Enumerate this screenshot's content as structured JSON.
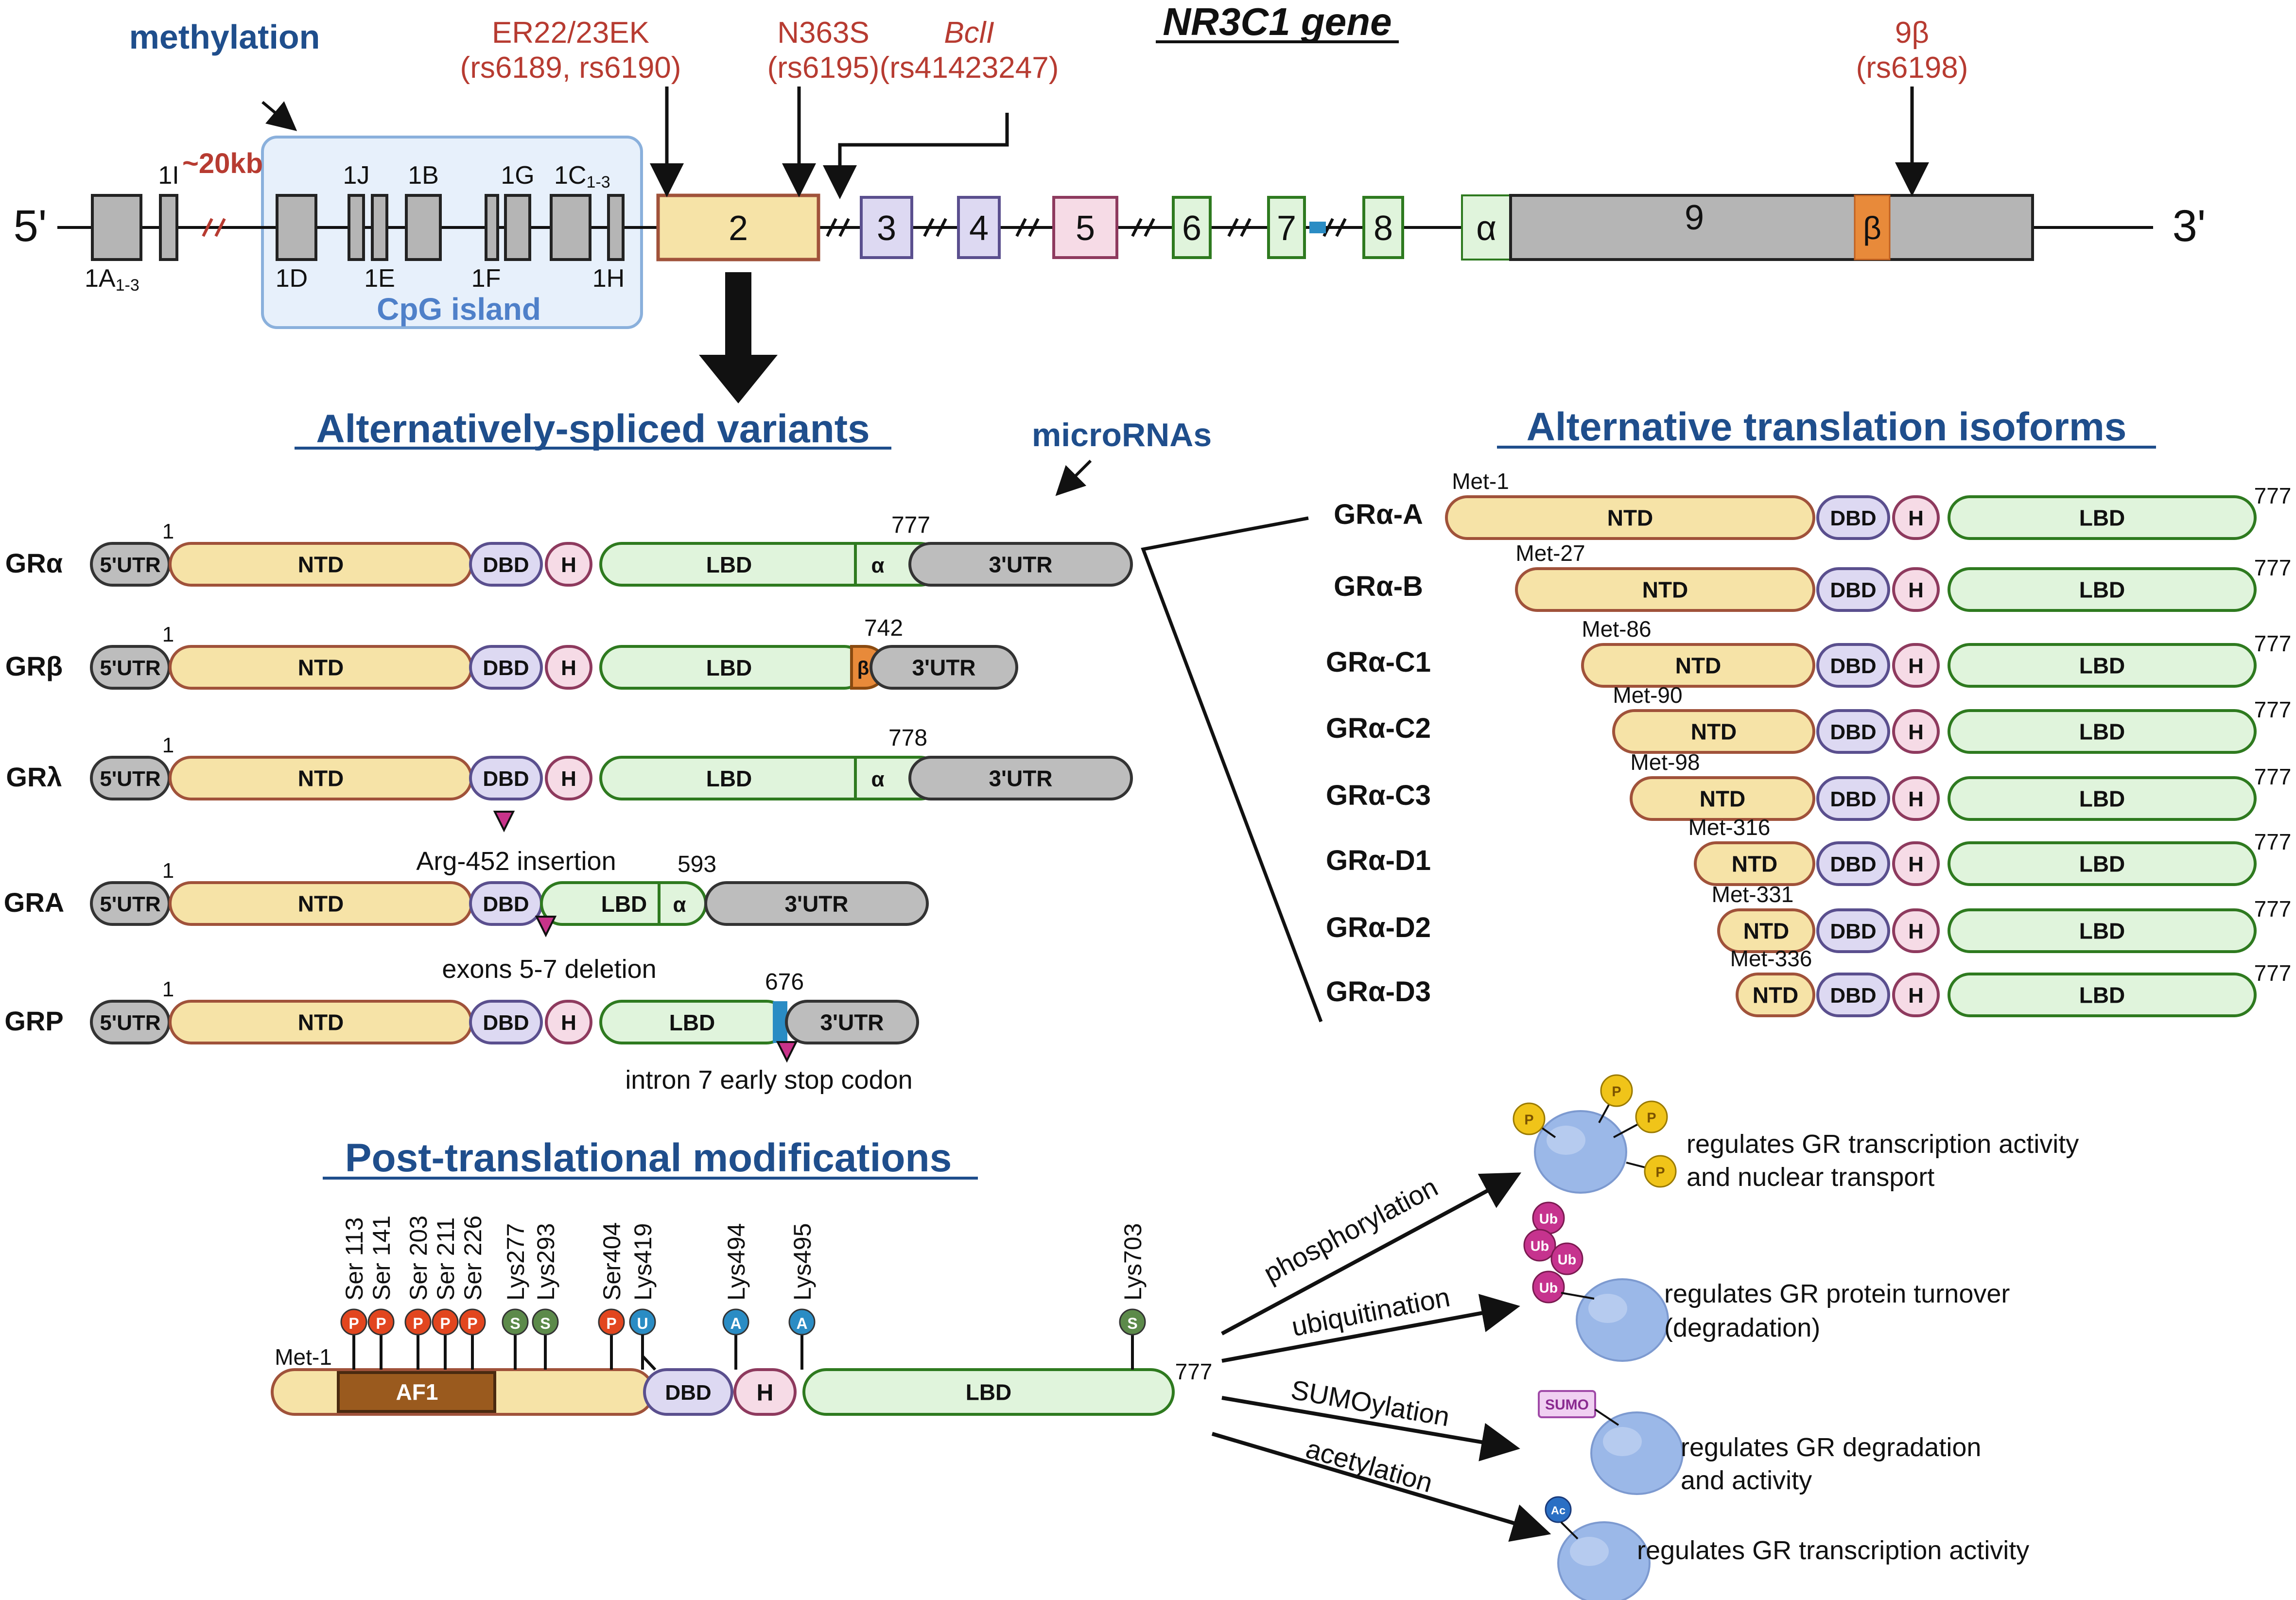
{
  "gene": {
    "title": "NR3C1 gene",
    "five_prime": "5'",
    "three_prime": "3'",
    "methylation": "methylation",
    "cpg_island": "CpG island",
    "distance": "~20kb",
    "exon1_labels": [
      "1A",
      "1I",
      "1D",
      "1J",
      "1E",
      "1B",
      "1F",
      "1G",
      "1C",
      "1H"
    ],
    "subscript_13": "1-3",
    "exons": [
      "2",
      "3",
      "4",
      "5",
      "6",
      "7",
      "8",
      "α",
      "9",
      "β"
    ],
    "snps": [
      {
        "name": "ER22/23EK",
        "id": "(rs6189, rs6190)",
        "italic": false
      },
      {
        "name": "N363S",
        "id": "(rs6195)",
        "italic": false
      },
      {
        "name": "BclI",
        "id": "(rs41423247)",
        "italic": true
      },
      {
        "name": "9β",
        "id": "(rs6198)",
        "italic": false
      }
    ]
  },
  "spliced": {
    "heading": "Alternatively-spliced variants",
    "microrna": "microRNAs",
    "domains": {
      "utr5": "5'UTR",
      "ntd": "NTD",
      "dbd": "DBD",
      "h": "H",
      "lbd": "LBD",
      "alpha": "α",
      "beta": "β",
      "utr3": "3'UTR"
    },
    "start": "1",
    "variants": [
      {
        "name": "GRα",
        "end": "777"
      },
      {
        "name": "GRβ",
        "end": "742"
      },
      {
        "name": "GRλ",
        "end": "778",
        "note": "Arg-452 insertion"
      },
      {
        "name": "GRA",
        "end": "593",
        "note": "exons 5-7 deletion"
      },
      {
        "name": "GRP",
        "end": "676",
        "note": "intron 7 early stop codon"
      }
    ]
  },
  "translation": {
    "heading": "Alternative translation  isoforms",
    "end": "777",
    "isoforms": [
      {
        "name": "GRα-A",
        "met": "Met-1"
      },
      {
        "name": "GRα-B",
        "met": "Met-27"
      },
      {
        "name": "GRα-C1",
        "met": "Met-86"
      },
      {
        "name": "GRα-C2",
        "met": "Met-90"
      },
      {
        "name": "GRα-C3",
        "met": "Met-98"
      },
      {
        "name": "GRα-D1",
        "met": "Met-316"
      },
      {
        "name": "GRα-D2",
        "met": "Met-331"
      },
      {
        "name": "GRα-D3",
        "met": "Met-336"
      }
    ]
  },
  "ptm": {
    "heading": "Post-translational modifications",
    "start": "Met-1",
    "end": "777",
    "af1": "AF1",
    "sites": [
      {
        "label": "Ser 113",
        "mod": "P",
        "color": "#e2461f"
      },
      {
        "label": "Ser 141",
        "mod": "P",
        "color": "#e2461f"
      },
      {
        "label": "Ser 203",
        "mod": "P",
        "color": "#e2461f"
      },
      {
        "label": "Ser 211",
        "mod": "P",
        "color": "#e2461f"
      },
      {
        "label": "Ser 226",
        "mod": "P",
        "color": "#e2461f"
      },
      {
        "label": "Lys277",
        "mod": "S",
        "color": "#5c8a4a"
      },
      {
        "label": "Lys293",
        "mod": "S",
        "color": "#5c8a4a"
      },
      {
        "label": "Ser404",
        "mod": "P",
        "color": "#e2461f"
      },
      {
        "label": "Lys419",
        "mod": "U",
        "color": "#2a8cc4"
      },
      {
        "label": "Lys494",
        "mod": "A",
        "color": "#2a8cc4"
      },
      {
        "label": "Lys495",
        "mod": "A",
        "color": "#2a8cc4"
      },
      {
        "label": "Lys703",
        "mod": "S",
        "color": "#5c8a4a"
      }
    ],
    "effects": [
      {
        "mod": "phosphorylation",
        "tag": "P",
        "text1": "regulates GR transcription activity",
        "text2": "and nuclear transport"
      },
      {
        "mod": "ubiquitination",
        "tag": "Ub",
        "text1": "regulates GR protein turnover",
        "text2": "(degradation)"
      },
      {
        "mod": "SUMOylation",
        "tag": "SUMO",
        "text1": "regulates GR degradation",
        "text2": "and activity"
      },
      {
        "mod": "acetylation",
        "tag": "Ac",
        "text1": "regulates GR transcription activity",
        "text2": ""
      }
    ]
  },
  "colors": {
    "ntd": "#f6e3a7",
    "ntd_border": "#a0523a",
    "dbd": "#ddd9f2",
    "dbd_border": "#5a4f8e",
    "h": "#f6dbe6",
    "h_border": "#8e3a5e",
    "lbd": "#e0f4dc",
    "lbd_border": "#2e7a1f",
    "utr": "#bdbdbd",
    "utr_border": "#333333",
    "beta": "#e88a3a",
    "af1": "#9a5a1e",
    "red_text": "#b73b31",
    "heading": "#1f4e8c",
    "cpg_fill": "#e7f0fb",
    "cpg_border": "#8ab0dc",
    "protein": "#9bb8e8",
    "stop": "#c8338a",
    "intron": "#2a8cc4"
  }
}
